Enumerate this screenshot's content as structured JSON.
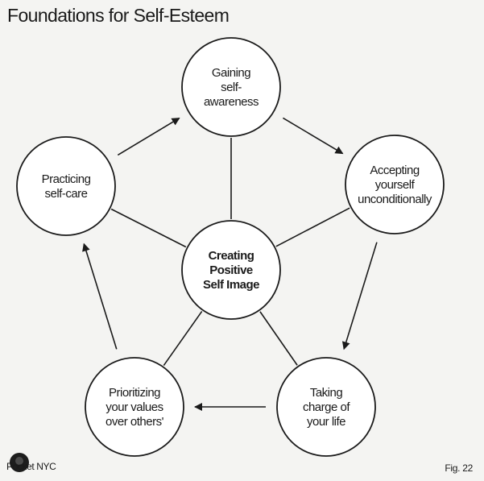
{
  "title": "Foundations for Self-Esteem",
  "footer": {
    "left": "Pocket NYC",
    "right": "Fig. 22"
  },
  "center": {
    "lines": [
      "Creating",
      "Positive",
      "Self Image"
    ]
  },
  "nodes": [
    {
      "lines": [
        "Gaining",
        "self-",
        "awareness"
      ]
    },
    {
      "lines": [
        "Accepting",
        "yourself",
        "unconditionally"
      ]
    },
    {
      "lines": [
        "Taking",
        "charge of",
        "your life"
      ]
    },
    {
      "lines": [
        "Prioritizing",
        "your values",
        "over others'"
      ]
    },
    {
      "lines": [
        "Practicing",
        "self-care"
      ]
    }
  ],
  "colors": {
    "background": "#f4f4f2",
    "stroke": "#1a1a1a"
  }
}
